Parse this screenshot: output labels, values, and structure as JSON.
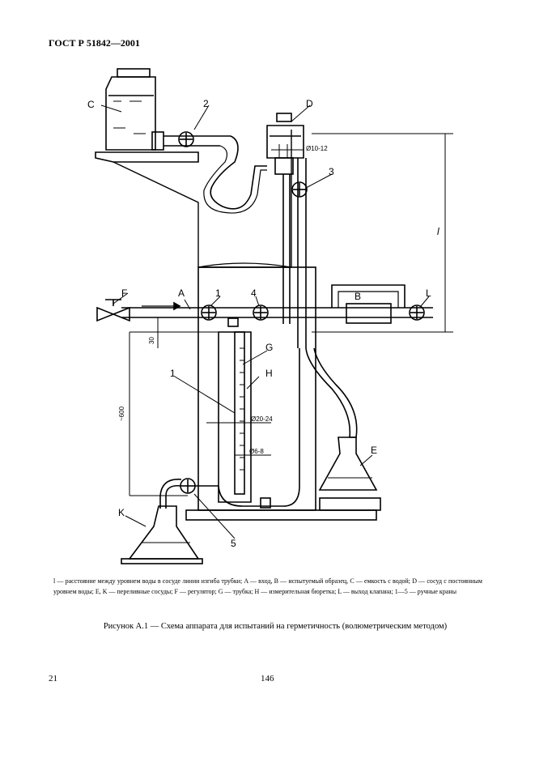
{
  "header": {
    "standard": "ГОСТ Р 51842—2001"
  },
  "labels": {
    "C": "C",
    "D": "D",
    "F": "F",
    "A": "A",
    "B": "B",
    "L": "L",
    "G": "G",
    "H": "H",
    "E": "E",
    "K": "K",
    "n1": "1",
    "n2": "2",
    "n3": "3",
    "n4": "4",
    "n5": "5",
    "callout1": "1",
    "l": "l",
    "d10": "Ø10-12",
    "d20": "Ø20-24",
    "d6": "Ø6-8",
    "dim30": "30",
    "dim600": "~600"
  },
  "legend": {
    "text": "l — расстояние между уровнем воды в сосуде линии изгиба трубки; A — вход, B — испытуемый образец, C — емкость с водой; D — сосуд с постоянным уровнем воды; E, K — переливные сосуды; F — регулятор; G — трубка; H — измерительная бюретка; L — выход клапана; 1—5 — ручные краны"
  },
  "caption": "Рисунок А.1 — Схема аппарата для испытаний на герметичность (волюметрическим методом)",
  "footer": {
    "left": "21",
    "center": "146"
  }
}
